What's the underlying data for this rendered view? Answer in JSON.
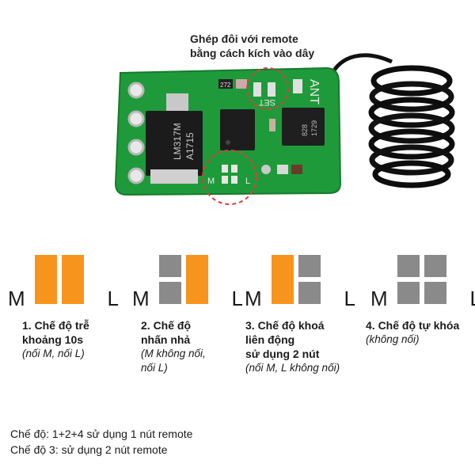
{
  "pairing_note": {
    "line1": "Ghép đôi với remote",
    "line2": "bằng cách kích vào dây"
  },
  "board": {
    "chip_label_1": "LM317M",
    "chip_label_2": "A1715",
    "set_label": "SET",
    "ant_label": "ANT",
    "m_pad_label": "M",
    "l_pad_label": "L",
    "ic_label_1": "828",
    "ic_label_2": "1729",
    "resistor_label": "272"
  },
  "colors": {
    "pcb_green": "#1f9a3a",
    "active_orange": "#f7941d",
    "inactive_gray": "#8a8a8a",
    "highlight_red": "#e23b3b"
  },
  "pad_labels": {
    "m": "M",
    "l": "L"
  },
  "modes": [
    {
      "title_lines": [
        "1. Chế độ trễ",
        "khoảng 10s"
      ],
      "sub_lines": [
        "(nối M, nối L)"
      ],
      "m_state": "closed",
      "l_state": "closed"
    },
    {
      "title_lines": [
        "2. Chế độ",
        "nhấn nhả"
      ],
      "sub_lines": [
        "(M không nối,",
        "nối L)"
      ],
      "m_state": "open",
      "l_state": "closed"
    },
    {
      "title_lines": [
        "3. Chế độ khoá",
        "liên động",
        "sử dụng 2 nút"
      ],
      "sub_lines": [
        "(nối M, L không nối)"
      ],
      "m_state": "closed",
      "l_state": "open"
    },
    {
      "title_lines": [
        "4. Chế độ tự khóa"
      ],
      "sub_lines": [
        "(không nối)"
      ],
      "m_state": "open",
      "l_state": "open"
    }
  ],
  "footer": {
    "line1": "Chế độ: 1+2+4 sử dụng 1 nút remote",
    "line2": "Chế độ 3: sử dụng 2 nút remote"
  }
}
